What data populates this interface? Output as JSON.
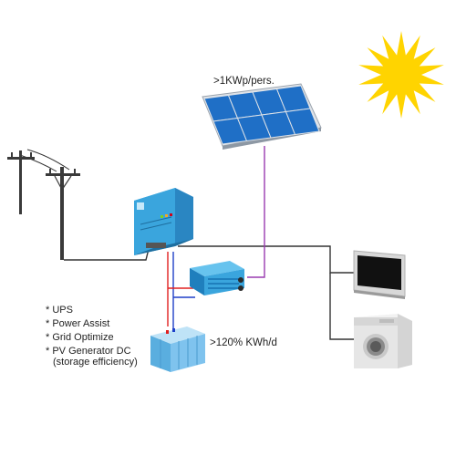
{
  "labels": {
    "panel_rating": ">1KWp/pers.",
    "battery_rating": ">120% KWh/d"
  },
  "features": [
    "* UPS",
    "* Power Assist",
    "* Grid Optimize",
    "* PV Generator DC",
    "(storage efficiency)"
  ],
  "colors": {
    "background": "#ffffff",
    "sun": "#ffd400",
    "solar_cell": "#1f6fc6",
    "inverter": "#3aa5dd",
    "battery": "#7fc3ee",
    "ac_wire": "#333333",
    "pv_wire": "#9a3bb0",
    "dc_positive": "#e02020",
    "dc_negative": "#1e3fc8"
  },
  "icons": [
    "sun-icon",
    "solar-panel-icon",
    "power-pole-icon",
    "inverter-charger-icon",
    "mppt-controller-icon",
    "battery-bank-icon",
    "television-icon",
    "washing-machine-icon"
  ]
}
